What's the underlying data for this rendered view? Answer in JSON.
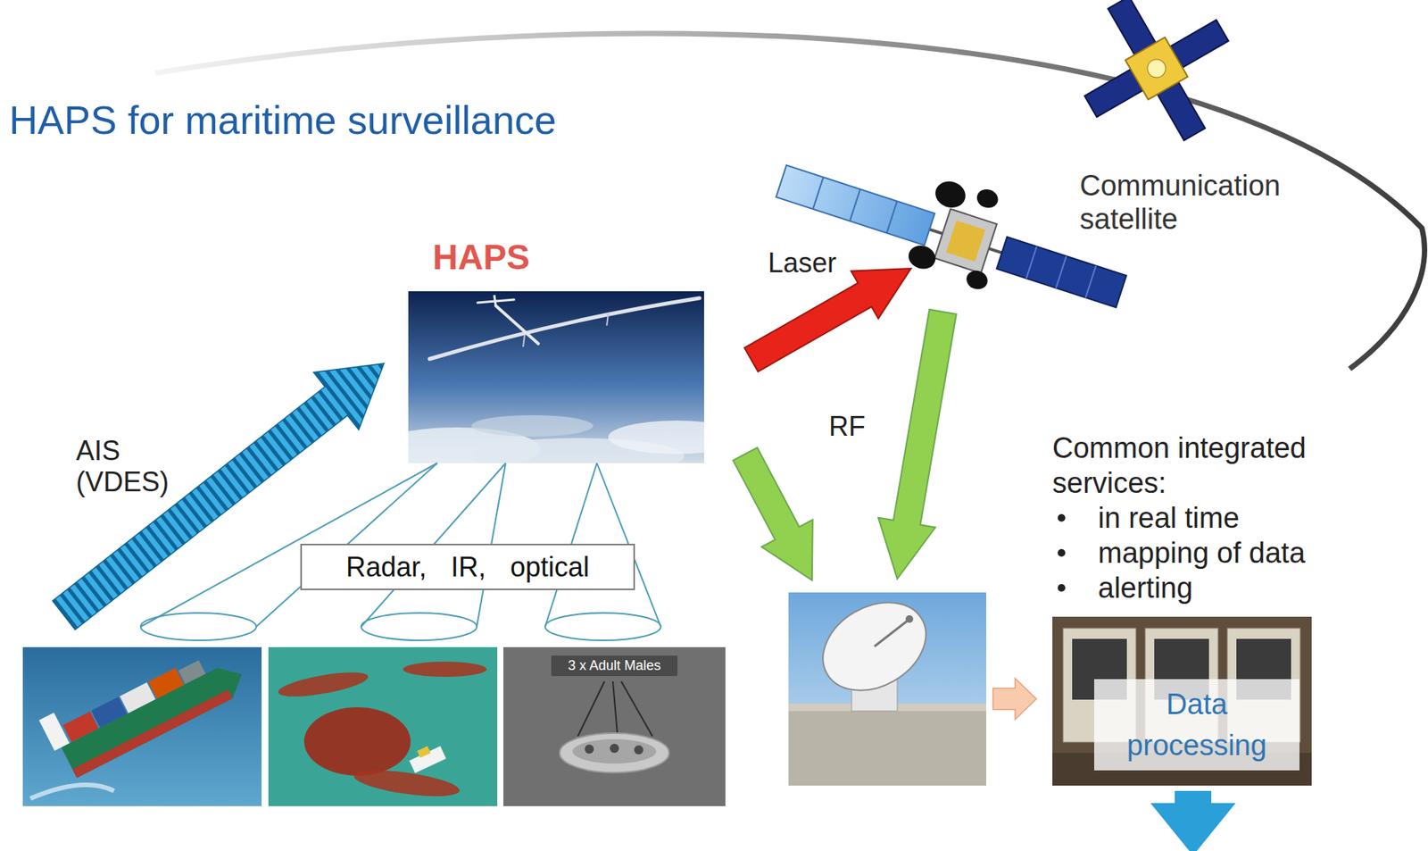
{
  "diagram": {
    "title": "HAPS for maritime surveillance",
    "nodes": [
      {
        "text": [
          "HAPS"
        ]
      },
      {
        "text": [
          "Radar, IR, optical"
        ]
      },
      {
        "text": [
          "3 x Adult Males"
        ]
      },
      {
        "text": [
          "Data processing"
        ]
      }
    ],
    "labels": [
      "Communication satellite",
      "Laser",
      "RF",
      "AIS (VDES)",
      "Common integrated services:",
      "in real time",
      "mapping of data",
      "alerting"
    ]
  }
}
